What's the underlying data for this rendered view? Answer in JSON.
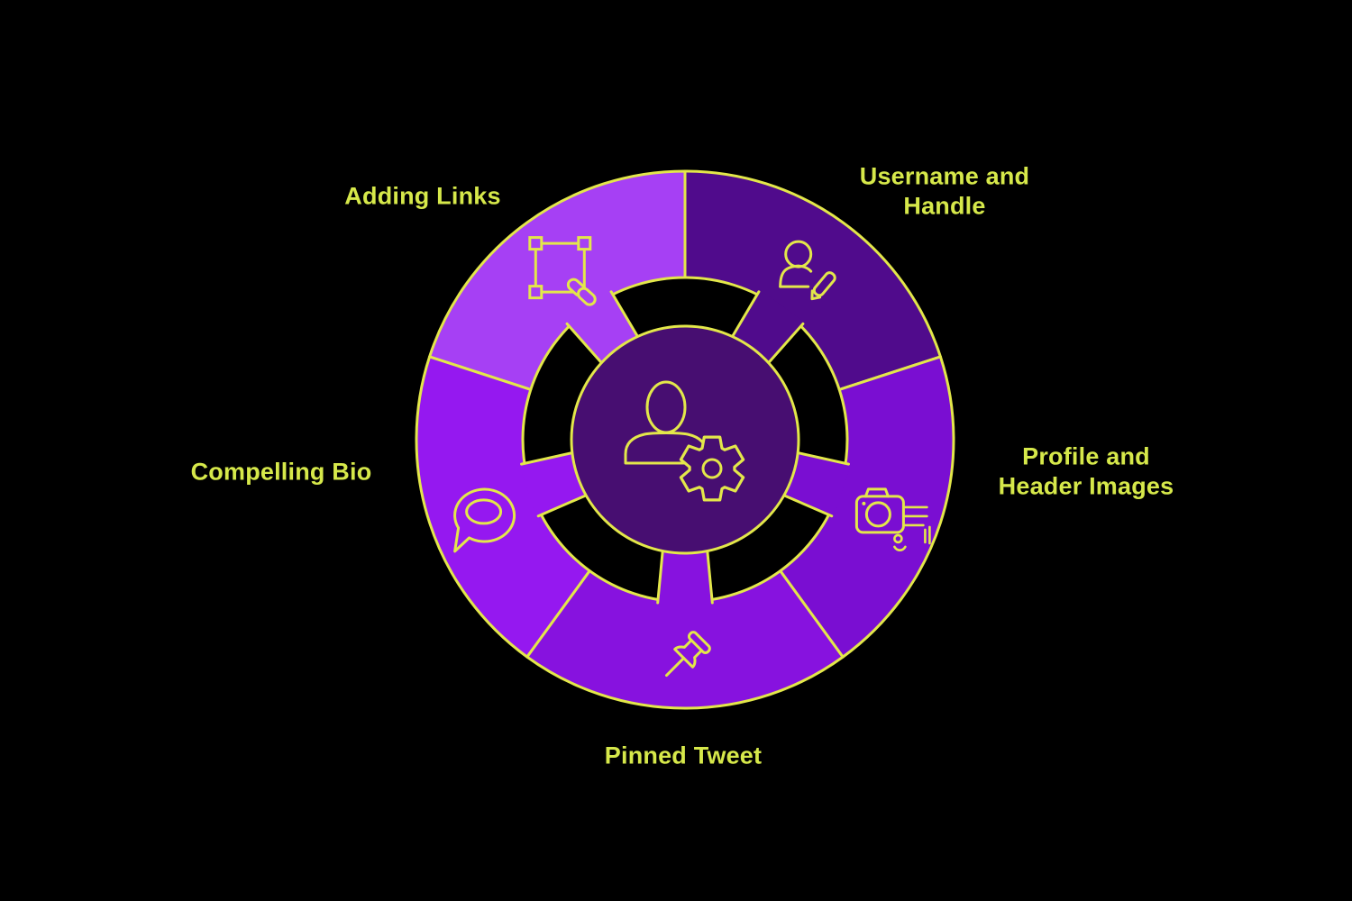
{
  "wheel": {
    "title_hint": "profile optimization wheel",
    "colors": {
      "background": "#000000",
      "outline": "#e3e74a",
      "label": "#d6e84a",
      "hub_fill": "#470e71"
    },
    "hub_icon": "user-gear-icon",
    "segments": [
      {
        "id": "username-handle",
        "label": "Username and\nHandle",
        "color": "#500b8c",
        "icon": "user-edit-icon"
      },
      {
        "id": "adding-links",
        "label": "Adding Links",
        "color": "#a640f4",
        "icon": "selection-link-icon"
      },
      {
        "id": "compelling-bio",
        "label": "Compelling Bio",
        "color": "#9518f0",
        "icon": "speech-bubble-icon"
      },
      {
        "id": "pinned-tweet",
        "label": "Pinned Tweet",
        "color": "#8712df",
        "icon": "pushpin-icon"
      },
      {
        "id": "profile-header",
        "label": "Profile and\nHeader Images",
        "color": "#7a0ed2",
        "icon": "camera-icon"
      }
    ]
  }
}
